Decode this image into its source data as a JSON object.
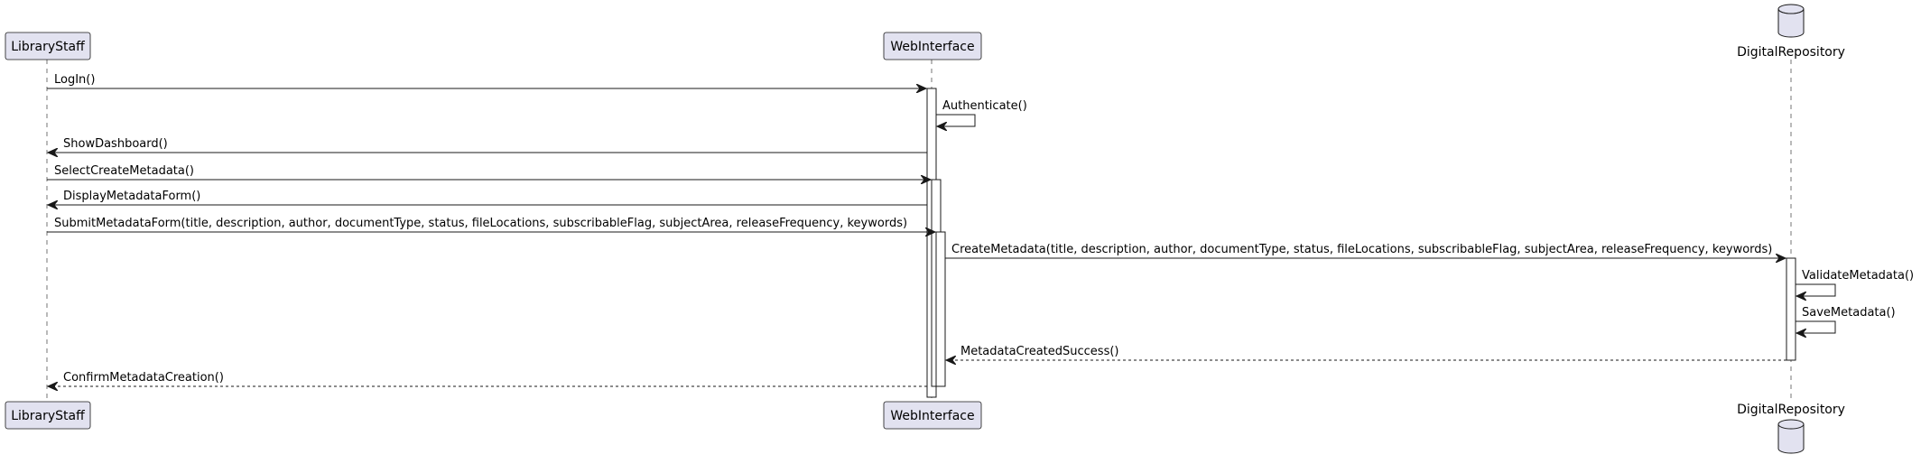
{
  "colors": {
    "participant_fill": "#e2e2f0",
    "participant_stroke": "#181818",
    "lifeline": "#181818",
    "activation_fill": "#ffffff",
    "arrow": "#181818"
  },
  "participants": [
    {
      "id": "staff",
      "label": "LibraryStaff",
      "shape": "box"
    },
    {
      "id": "web",
      "label": "WebInterface",
      "shape": "box"
    },
    {
      "id": "repo",
      "label": "DigitalRepository",
      "shape": "database"
    }
  ],
  "messages": [
    {
      "from": "staff",
      "to": "web",
      "label": "LogIn()",
      "style": "solid"
    },
    {
      "from": "web",
      "to": "web",
      "label": "Authenticate()",
      "style": "solid"
    },
    {
      "from": "web",
      "to": "staff",
      "label": "ShowDashboard()",
      "style": "solid"
    },
    {
      "from": "staff",
      "to": "web",
      "label": "SelectCreateMetadata()",
      "style": "solid"
    },
    {
      "from": "web",
      "to": "staff",
      "label": "DisplayMetadataForm()",
      "style": "solid"
    },
    {
      "from": "staff",
      "to": "web",
      "label": "SubmitMetadataForm(title, description, author, documentType, status, fileLocations, subscribableFlag, subjectArea, releaseFrequency, keywords)",
      "style": "solid"
    },
    {
      "from": "web",
      "to": "repo",
      "label": "CreateMetadata(title, description, author, documentType, status, fileLocations, subscribableFlag, subjectArea, releaseFrequency, keywords)",
      "style": "solid"
    },
    {
      "from": "repo",
      "to": "repo",
      "label": "ValidateMetadata()",
      "style": "solid"
    },
    {
      "from": "repo",
      "to": "repo",
      "label": "SaveMetadata()",
      "style": "solid"
    },
    {
      "from": "repo",
      "to": "web",
      "label": "MetadataCreatedSuccess()",
      "style": "dashed"
    },
    {
      "from": "web",
      "to": "staff",
      "label": "ConfirmMetadataCreation()",
      "style": "dashed"
    }
  ]
}
